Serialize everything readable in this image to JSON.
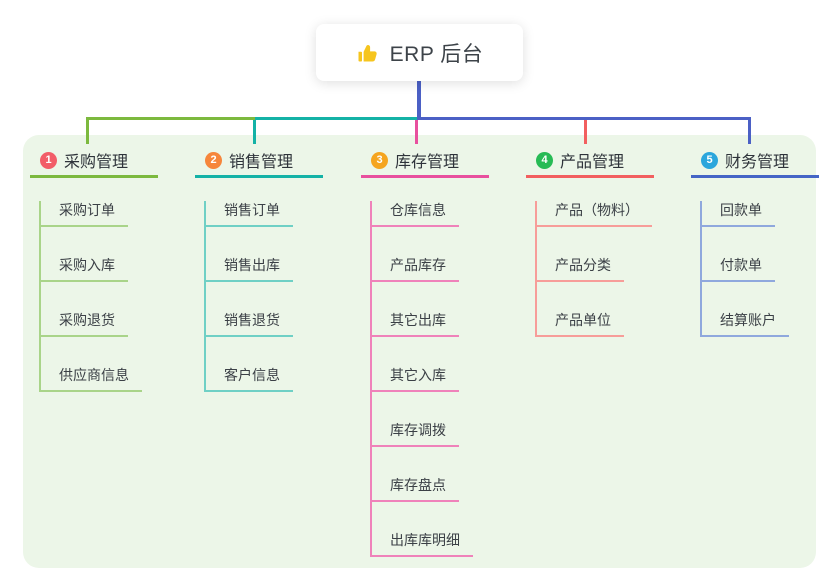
{
  "root": {
    "icon": "thumbs-up-icon",
    "title": "ERP 后台"
  },
  "colors": {
    "panel_bg": "#ecf6e8",
    "root_connector": "#4b60c5",
    "thumb_gold": "#f6c51e"
  },
  "branches": [
    {
      "num": "1",
      "title": "采购管理",
      "badge_color": "#f25d68",
      "line_color": "#7cb93e",
      "child_line_color": "#a9d489",
      "children": [
        "采购订单",
        "采购入库",
        "采购退货",
        "供应商信息"
      ]
    },
    {
      "num": "2",
      "title": "销售管理",
      "badge_color": "#f6863b",
      "line_color": "#14b2a6",
      "child_line_color": "#6fd0c5",
      "children": [
        "销售订单",
        "销售出库",
        "销售退货",
        "客户信息"
      ]
    },
    {
      "num": "3",
      "title": "库存管理",
      "badge_color": "#f5a51f",
      "line_color": "#e8509e",
      "child_line_color": "#ef82ba",
      "children": [
        "仓库信息",
        "产品库存",
        "其它出库",
        "其它入库",
        "库存调拨",
        "库存盘点",
        "出库库明细"
      ]
    },
    {
      "num": "4",
      "title": "产品管理",
      "badge_color": "#27bb55",
      "line_color": "#f25f5f",
      "child_line_color": "#f79d99",
      "children": [
        "产品（物料）",
        "产品分类",
        "产品单位"
      ]
    },
    {
      "num": "5",
      "title": "财务管理",
      "badge_color": "#2ba6dc",
      "line_color": "#4565c6",
      "child_line_color": "#8fa8dd",
      "children": [
        "回款单",
        "付款单",
        "结算账户"
      ]
    }
  ]
}
